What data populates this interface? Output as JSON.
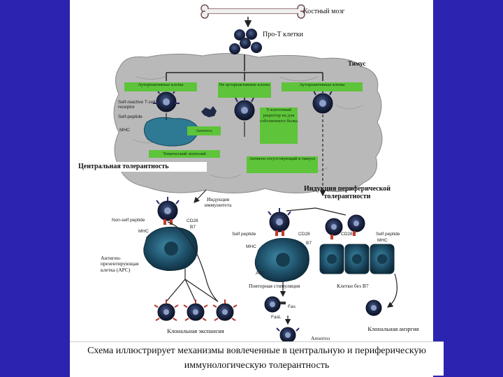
{
  "labels": {
    "bone_marrow": "Костный мозг",
    "pro_t_cells": "Про-Т клетки",
    "thymus": "Тимус",
    "autoreactive_clone_left": "Аутореактивные клоны",
    "non_autoreactive_clone": "Не аутореактивные клоны",
    "autoreactive_clone_right": "Аутореактивные клоны",
    "self_reactive_tcr": "Self-reactive T-cell receptor",
    "self_peptide": "Self-peptide",
    "mhc": "MHC",
    "apoptosis_thymus": "Апоптоз",
    "tcr_for_self_protein": "Т-клеточный рецептор на для собственного белка",
    "thymic_epithelium": "Тимический эпителий",
    "central_tolerance": "Центральная толерантность",
    "antigen_absent_thymus": "Антиген отсутствующий в тимусе",
    "immunity_induction": "Индукция иммунитета",
    "peripheral_tolerance_induction": "Индукция периферической толерантности",
    "non_self_peptide": "Non-self peptide",
    "cd28": "CD28",
    "b7": "B7",
    "mhc_left": "MHC",
    "apc_label": "Антиген-презентирующая клетка (APC)",
    "self_peptide_mid": "Self peptide",
    "cd28_mid": "CD28",
    "mhc_mid": "MHC",
    "b7_mid": "B7",
    "apc_small": "APC",
    "cd28_right": "CD28",
    "self_peptide_right": "Self peptide",
    "mhc_right": "MHC",
    "repeated_stimulation": "Повторная стимуляция",
    "cells_without_b7": "Клетки без B7",
    "fasl": "FasL",
    "fas": "Fas",
    "clonal_expansion": "Клональная экспансия",
    "apoptosis_periphery": "Апоптоз",
    "clonal_anergy": "Клональная анэргия"
  },
  "caption": "Схема иллюстрирует механизмы вовлеченные в центральную и периферическую иммунологическую толерантность",
  "colors": {
    "slide_background": "#2c24b0",
    "thymus_fill": "#b9b9b9",
    "label_box": "#5ec43a",
    "tcell_fill": "#1f2a4a",
    "apc_fill": "#1e4f68"
  }
}
